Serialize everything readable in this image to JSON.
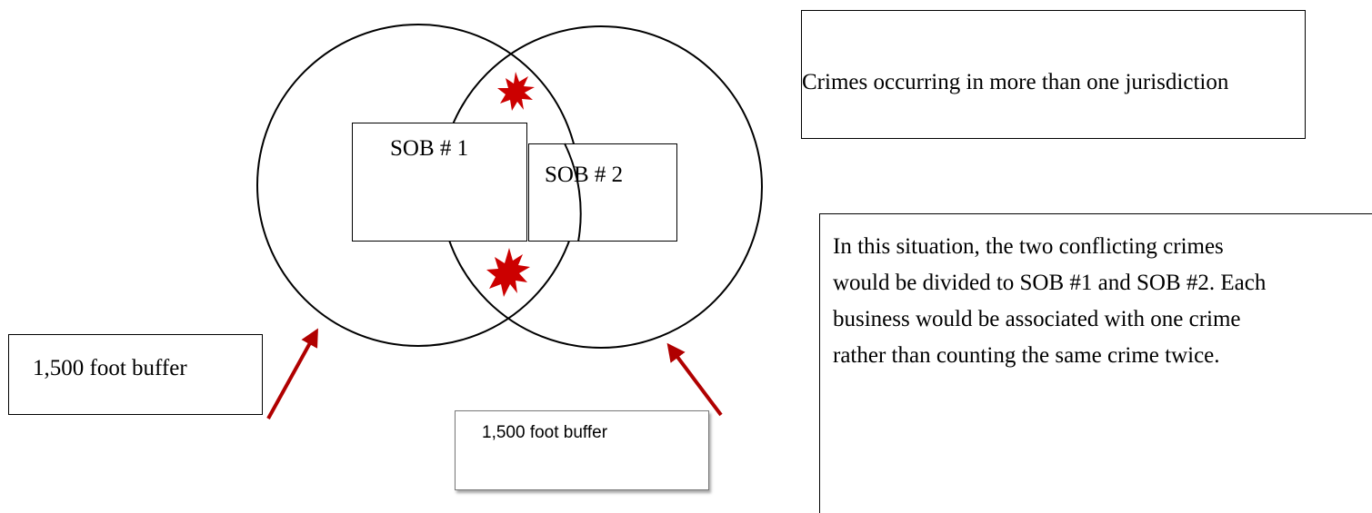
{
  "sob1_label": "SOB # 1",
  "sob2_label": "SOB # 2",
  "legend_text": "Crimes occurring in more than one jurisdiction",
  "buffer_left_label": "1,500 foot buffer",
  "buffer_bottom_label": "1,500 foot buffer",
  "explanation": "In this situation, the two conflicting crimes would be divided to SOB #1 and SOB #2. Each business would be associated with one crime rather than counting the same crime twice.",
  "colors": {
    "crime_star": "#cc0000",
    "arrow": "#b00000",
    "outline": "#000000"
  },
  "icons": {
    "crime_marker": "explosion-star-icon",
    "pointer": "arrow-icon"
  }
}
